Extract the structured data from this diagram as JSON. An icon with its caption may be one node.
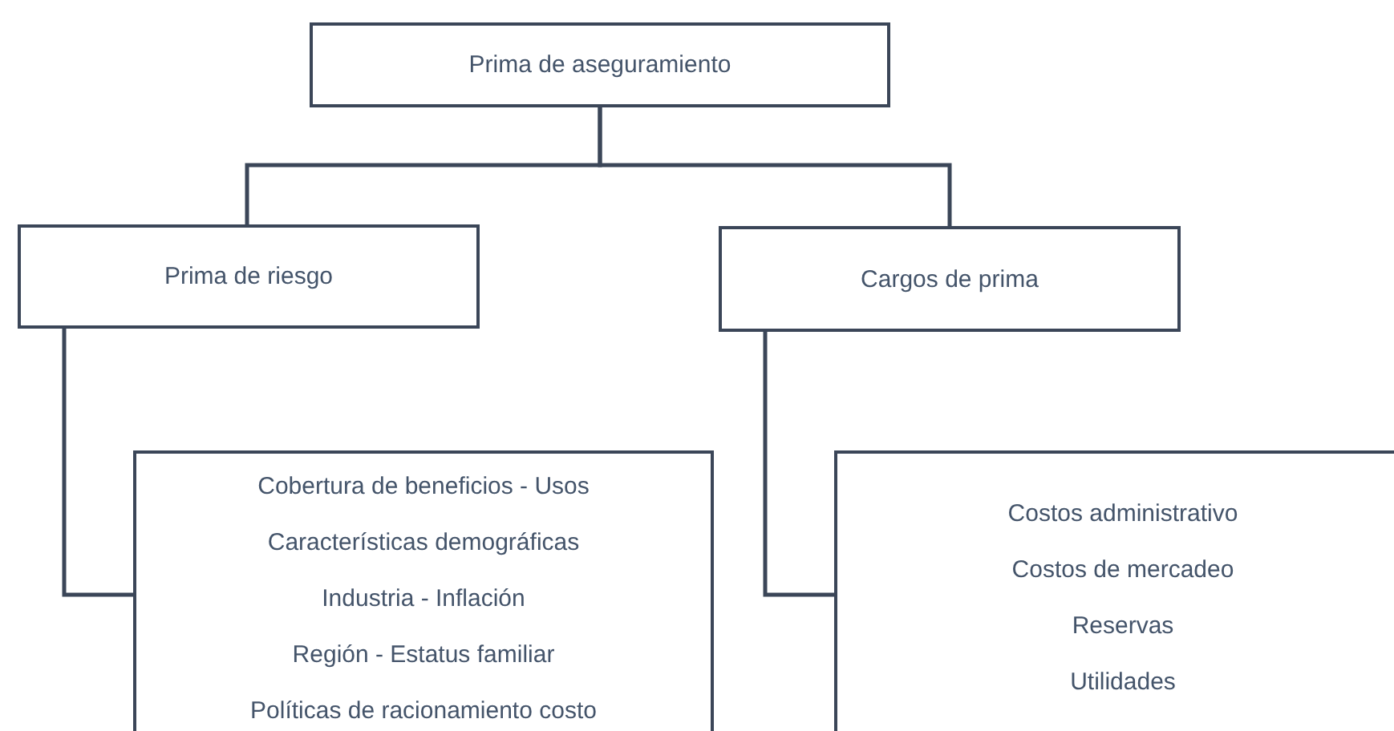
{
  "diagram": {
    "nodes": [
      {
        "text": [
          "Prima de aseguramiento"
        ]
      },
      {
        "text": [
          "Prima de riesgo"
        ]
      },
      {
        "text": [
          "Cargos de prima"
        ]
      },
      {
        "text": [
          "Cobertura de beneficios - Usos",
          "Características demográficas",
          "Industria - Inflación",
          "Región - Estatus familiar",
          "Políticas de racionamiento costo"
        ]
      },
      {
        "text": [
          "Costos administrativo",
          "Costos de mercadeo",
          "Reservas",
          "Utilidades"
        ]
      }
    ],
    "edges": [
      {
        "from": 0,
        "to": 1,
        "arrow": "none"
      },
      {
        "from": 0,
        "to": 2,
        "arrow": "none"
      },
      {
        "from": 1,
        "to": 3,
        "arrow": "none"
      },
      {
        "from": 2,
        "to": 4,
        "arrow": "none"
      }
    ]
  }
}
